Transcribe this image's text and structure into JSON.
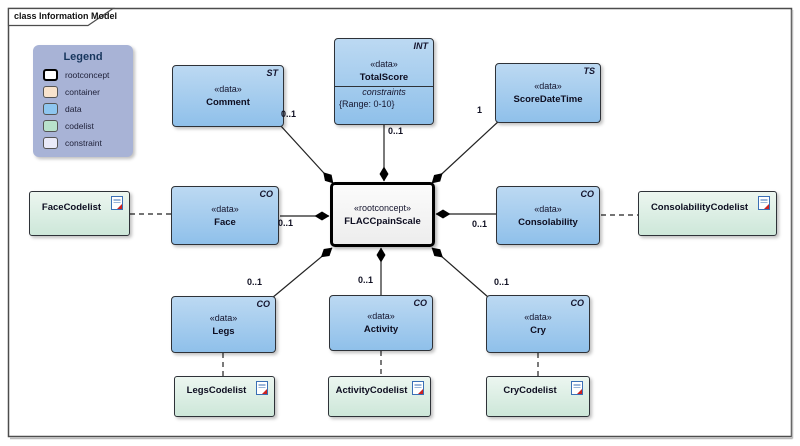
{
  "frame": {
    "title": "class Information Model"
  },
  "legend": {
    "title": "Legend",
    "items": [
      {
        "label": "rootconcept",
        "color": "#ffffff"
      },
      {
        "label": "container",
        "color": "#f8e3cd"
      },
      {
        "label": "data",
        "color": "#8ec6ef"
      },
      {
        "label": "codelist",
        "color": "#b8e2cb"
      },
      {
        "label": "constraint",
        "color": "#e9eaf8"
      }
    ]
  },
  "center": {
    "stereotype": "«rootconcept»",
    "name": "FLACCpainScale"
  },
  "nodes": [
    {
      "stereotype": "«data»",
      "name": "Comment",
      "tag": "ST"
    },
    {
      "stereotype": "«data»",
      "name": "TotalScore",
      "tag": "INT",
      "constraints_title": "constraints",
      "constraint_value": "{Range: 0-10}"
    },
    {
      "stereotype": "«data»",
      "name": "ScoreDateTime",
      "tag": "TS"
    },
    {
      "stereotype": "«data»",
      "name": "Face",
      "tag": "CO"
    },
    {
      "stereotype": "«data»",
      "name": "Consolability",
      "tag": "CO"
    },
    {
      "stereotype": "«data»",
      "name": "Legs",
      "tag": "CO"
    },
    {
      "stereotype": "«data»",
      "name": "Activity",
      "tag": "CO"
    },
    {
      "stereotype": "«data»",
      "name": "Cry",
      "tag": "CO"
    }
  ],
  "codelists": [
    {
      "name": "FaceCodelist"
    },
    {
      "name": "ConsolabilityCodelist"
    },
    {
      "name": "LegsCodelist"
    },
    {
      "name": "ActivityCodelist"
    },
    {
      "name": "CryCodelist"
    }
  ],
  "multiplicities": {
    "comment": "0..1",
    "totalscore": "0..1",
    "scoredatetime": "1",
    "face": "0..1",
    "consolability": "0..1",
    "legs": "0..1",
    "activity": "0..1",
    "cry": "0..1"
  },
  "colors": {
    "data_fill": "#9ccaef",
    "codelist_fill": "#d9ede1",
    "rootconcept_fill": "#f7f7f7",
    "legend_bg": "#a8b3d6",
    "line": "#333333"
  }
}
